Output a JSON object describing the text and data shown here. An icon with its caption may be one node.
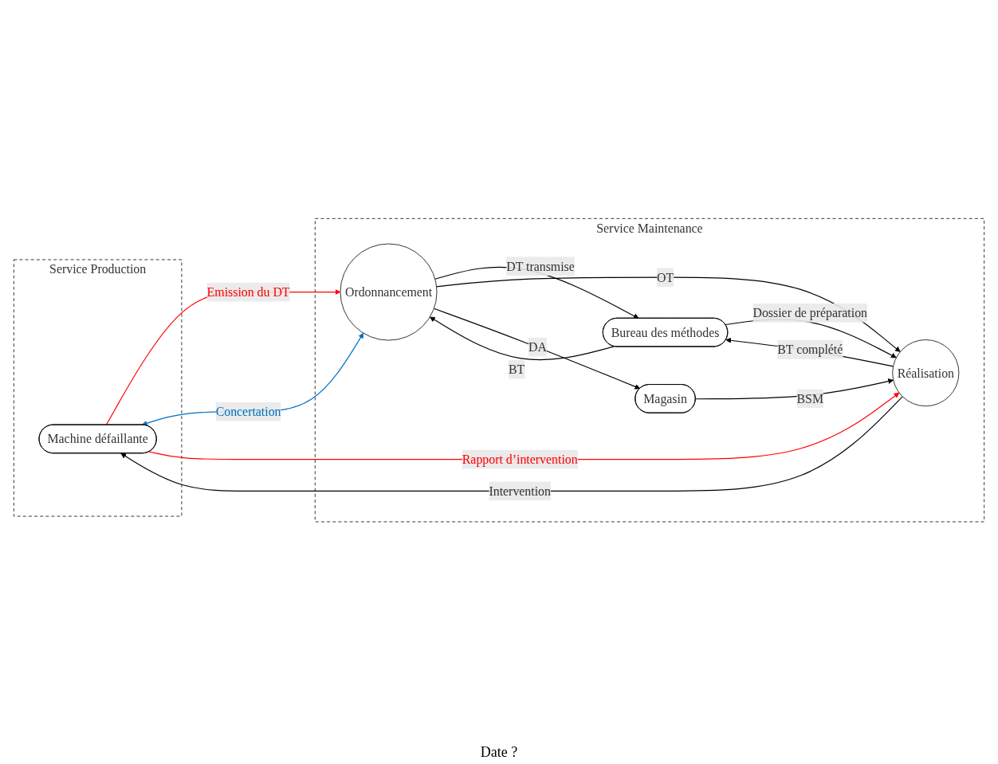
{
  "diagram": {
    "nodes": [
      {
        "text": [
          "Service Production"
        ]
      },
      {
        "text": [
          "Machine défaillante"
        ],
        "in": 0
      },
      {
        "text": [
          "Service Maintenance"
        ]
      },
      {
        "text": [
          "Ordonnancement"
        ],
        "in": 2
      },
      {
        "text": [
          "Bureau des méthodes"
        ],
        "in": 2
      },
      {
        "text": [
          "Réalisation"
        ],
        "in": 2
      },
      {
        "text": [
          "Magasin"
        ],
        "in": 2
      }
    ],
    "edges": [
      {
        "from": 1,
        "to": 3,
        "arrow": "to",
        "label": "Emission du DT",
        "color": "#ff0000"
      },
      {
        "from": 1,
        "to": 3,
        "arrow": "both",
        "label": "Concertation",
        "color": "#0070c0"
      },
      {
        "from": 3,
        "to": 4,
        "arrow": "to",
        "label": "DT transmise"
      },
      {
        "from": 4,
        "to": 3,
        "arrow": "to",
        "label": "BT"
      },
      {
        "from": 4,
        "to": 5,
        "arrow": "to",
        "label": "Dossier de préparation"
      },
      {
        "from": 3,
        "to": 5,
        "arrow": "to",
        "label": "OT"
      },
      {
        "from": 5,
        "to": 4,
        "arrow": "to",
        "label": "BT complété"
      },
      {
        "from": 3,
        "to": 6,
        "arrow": "to",
        "label": "DA"
      },
      {
        "from": 6,
        "to": 5,
        "arrow": "to",
        "label": "BSM"
      },
      {
        "from": 5,
        "to": 1,
        "arrow": "to",
        "label": "Intervention"
      },
      {
        "from": 1,
        "to": 5,
        "arrow": "to",
        "label": "Rapport d’intervention",
        "color": "#ff0000"
      }
    ],
    "labels": [
      "Date ?"
    ]
  }
}
